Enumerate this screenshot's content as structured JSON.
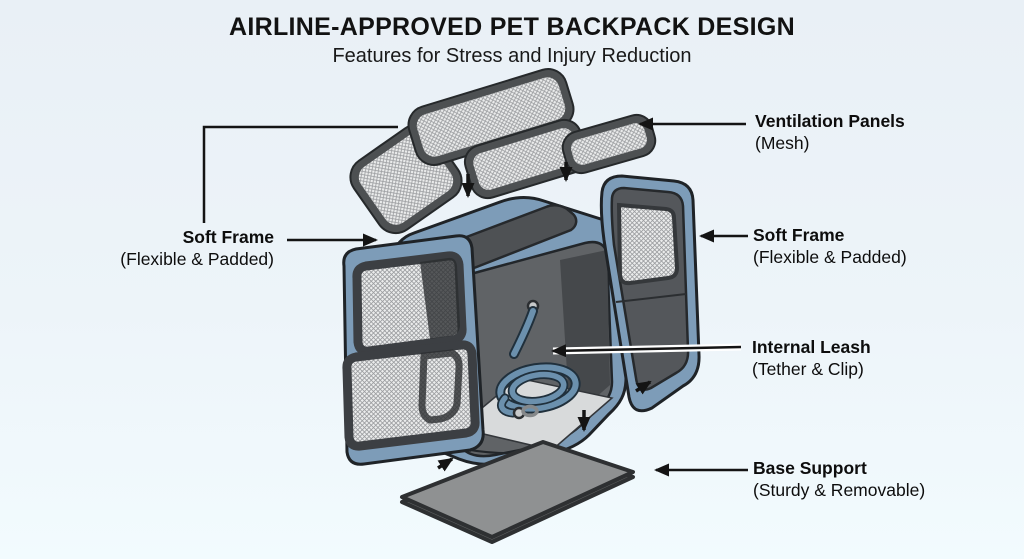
{
  "header": {
    "title": "AIRLINE-APPROVED PET BACKPACK DESIGN",
    "subtitle": "Features for Stress and Injury Reduction"
  },
  "callouts": {
    "ventilation": {
      "label": "Ventilation Panels",
      "sub": "(Mesh)"
    },
    "soft_frame_left": {
      "label": "Soft Frame",
      "sub": "(Flexible & Padded)"
    },
    "soft_frame_right": {
      "label": "Soft Frame",
      "sub": "(Flexible & Padded)"
    },
    "internal_leash": {
      "label": "Internal Leash",
      "sub": "(Tether & Clip)"
    },
    "base_support": {
      "label": "Base Support",
      "sub": "(Sturdy & Removable)"
    }
  },
  "colors": {
    "background": "#ecf3f8",
    "frame_blue": "#7d9cb8",
    "frame_blue_dark": "#5a7c99",
    "panel_dark": "#54575b",
    "panel_darker": "#45484b",
    "mesh_bg": "#ebecec",
    "mesh_line": "#9b9da0",
    "rim_silver": "#b9bbbc",
    "floor_gray": "#d8dadb",
    "base_gray": "#8f9192",
    "leash_blue": "#6b90ad",
    "outline_dark": "#1f2327",
    "line_black": "#141414",
    "text_black": "#111111",
    "side_opening_white": "#eef4f8"
  }
}
